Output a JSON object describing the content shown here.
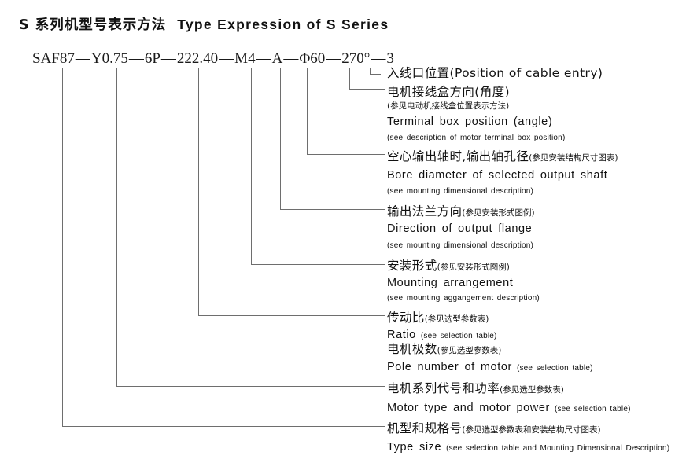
{
  "title": {
    "cn": "S 系列机型号表示方法",
    "en": "Type Expression of S Series"
  },
  "model_code": {
    "full": "SAF87—Y0.75—6P—222.40—M4—A—Φ60—270°—3",
    "separator": "—",
    "tokens": [
      {
        "id": "type-size",
        "text": "SAF87"
      },
      {
        "id": "motor-power",
        "text": "Y0.75"
      },
      {
        "id": "pole-number",
        "text": "6P"
      },
      {
        "id": "ratio",
        "text": "222.40"
      },
      {
        "id": "mounting",
        "text": "M4"
      },
      {
        "id": "output-flange",
        "text": "A"
      },
      {
        "id": "bore-diameter",
        "text": "Φ60"
      },
      {
        "id": "terminal-box",
        "text": "270°"
      },
      {
        "id": "cable-entry",
        "text": "3"
      }
    ]
  },
  "legend": [
    {
      "id": "cable-entry",
      "cn_main": "入线口位置(Position of cable entry)",
      "cn_note": "",
      "en_main": "",
      "en_note": ""
    },
    {
      "id": "terminal-box",
      "cn_main": "电机接线盒方向(角度)",
      "cn_note": "(参见电动机接线盒位置表示方法)",
      "en_main": "Terminal box position (angle)",
      "en_note": "(see description of motor terminal box position)"
    },
    {
      "id": "bore-diameter",
      "cn_main": "空心输出轴时,输出轴孔径",
      "cn_note": "(参见安装结构尺寸图表)",
      "en_main": "Bore diameter of selected output shaft",
      "en_note": "(see mounting dimensional description)"
    },
    {
      "id": "output-flange",
      "cn_main": "输出法兰方向",
      "cn_note": "(参见安装形式图例)",
      "en_main": "Direction of output flange",
      "en_note": "(see mounting dimensional description)"
    },
    {
      "id": "mounting",
      "cn_main": "安装形式",
      "cn_note": "(参见安装形式图例)",
      "en_main": "Mounting arrangement",
      "en_note": "(see mounting aggangement description)"
    },
    {
      "id": "ratio",
      "cn_main": "传动比",
      "cn_note": "(参见选型参数表)",
      "en_main": "Ratio",
      "en_note": "(see selection table)"
    },
    {
      "id": "pole-number",
      "cn_main": "电机极数",
      "cn_note": "(参见选型参数表)",
      "en_main": "Pole number of motor",
      "en_note": "(see selection table)"
    },
    {
      "id": "motor-power",
      "cn_main": "电机系列代号和功率",
      "cn_note": "(参见选型参数表)",
      "en_main": "Motor type and motor power",
      "en_note": "(see selection table)"
    },
    {
      "id": "type-size",
      "cn_main": "机型和规格号",
      "cn_note": "(参见选型参数表和安装结构尺寸图表)",
      "en_main": "Type size",
      "en_note": "(see selection table and Mounting Dimensional Description)"
    }
  ],
  "colors": {
    "background": "#ffffff",
    "text": "#111111",
    "line": "#6e6e6e"
  }
}
